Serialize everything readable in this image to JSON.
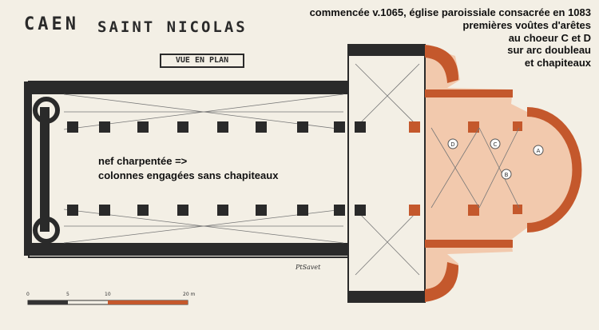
{
  "header": {
    "title": "CAEN",
    "subtitle": "SAINT NICOLAS",
    "view_label": "VUE EN PLAN"
  },
  "notes": {
    "lines": [
      "commencée v.1065, église paroissiale consacrée en 1083",
      "premières voûtes d'arêtes",
      "au choeur C et D",
      "sur arc doubleau",
      "et chapiteaux"
    ]
  },
  "nave_note": {
    "line1": "nef charpentée =>",
    "line2": "colonnes engagées sans chapiteaux"
  },
  "bay_labels": {
    "A": "A",
    "B": "B",
    "C": "C",
    "D": "D"
  },
  "scale": {
    "ticks": [
      "0",
      "5",
      "10",
      "20 m"
    ]
  },
  "signature": "PtSavet",
  "colors": {
    "paper": "#f3efe5",
    "wall": "#2a2a2a",
    "highlight": "#f2c9ad",
    "pier_orange": "#c4582c"
  }
}
